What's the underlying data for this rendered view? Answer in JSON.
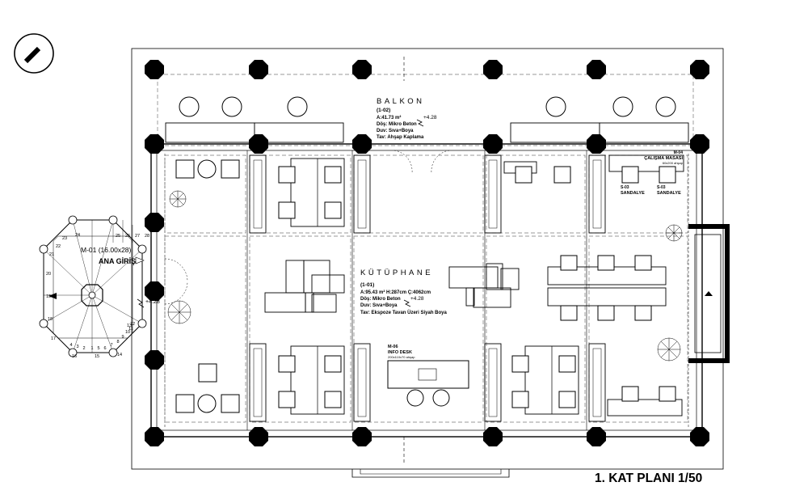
{
  "plan_title": "1. KAT PLANI 1/50",
  "spaces": {
    "balcony": {
      "name": "BALKON",
      "code": "(1-02)",
      "area": "A:41.73 m²",
      "floor": "Döş: Mikro Beton",
      "wall": "Duv: Sıva+Boya",
      "ceiling": "Tav: Ahşap Kaplama",
      "level": "+4.28"
    },
    "library": {
      "name": "KÜTÜPHANE",
      "code": "(1-01)",
      "dims": "A:95.43 m² H:287cm Ç:4062cm",
      "floor": "Döş: Mikro Beton",
      "wall": "Duv: Sıva+Boya",
      "ceiling": "Tav: Ekspoze Tavan Üzeri Siyah Boya",
      "level": "+4.28"
    }
  },
  "furniture": {
    "info_desk": {
      "code": "M-06",
      "name": "INFO DESK",
      "size": "200x110x70 ahşap"
    },
    "work_table": {
      "code": "M-04",
      "name": "ÇALIŞMA MASASI",
      "size": "60x200 ahşap"
    },
    "chair_a": {
      "code": "S-03",
      "name": "SANDALYE"
    },
    "chair_b": {
      "code": "S-03",
      "name": "SANDALYE"
    }
  },
  "stair": {
    "code": "M-01 (16.00x28)",
    "entrance": "ANA GİRİŞ",
    "level": "+4.28",
    "step_numbers": [
      "1",
      "2",
      "3",
      "4",
      "5",
      "6",
      "7",
      "8",
      "9",
      "10",
      "11",
      "12",
      "13",
      "14",
      "15",
      "16",
      "17",
      "18",
      "19",
      "20",
      "21",
      "22",
      "23",
      "24",
      "25",
      "26",
      "27",
      "28"
    ]
  },
  "north_arrow_icon": "north-arrow-icon"
}
